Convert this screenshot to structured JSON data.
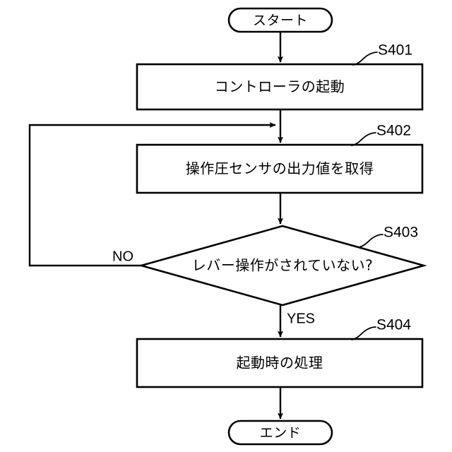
{
  "diagram": {
    "type": "flowchart",
    "orientation": "top-to-bottom",
    "language": "ja",
    "background_color": "#ffffff",
    "line_color": "#000000",
    "fill_color": "#ffffff"
  },
  "nodes": {
    "start": {
      "shape": "terminal",
      "label": "スタート"
    },
    "s401": {
      "shape": "process",
      "label": "コントローラの起動",
      "tag": "S401"
    },
    "s402": {
      "shape": "process",
      "label": "操作圧センサの出力値を取得",
      "tag": "S402"
    },
    "s403": {
      "shape": "decision",
      "label": "レバー操作がされていない?",
      "tag": "S403"
    },
    "s404": {
      "shape": "process",
      "label": "起動時の処理",
      "tag": "S404"
    },
    "end": {
      "shape": "terminal",
      "label": "エンド"
    }
  },
  "branches": {
    "yes_label": "YES",
    "no_label": "NO"
  },
  "edges": [
    {
      "from": "start",
      "to": "s401",
      "label": ""
    },
    {
      "from": "s401",
      "to": "s402",
      "label": ""
    },
    {
      "from": "s402",
      "to": "s403",
      "label": ""
    },
    {
      "from": "s403",
      "to": "s404",
      "label": "YES"
    },
    {
      "from": "s403",
      "to": "s402",
      "label": "NO"
    },
    {
      "from": "s404",
      "to": "end",
      "label": ""
    }
  ]
}
